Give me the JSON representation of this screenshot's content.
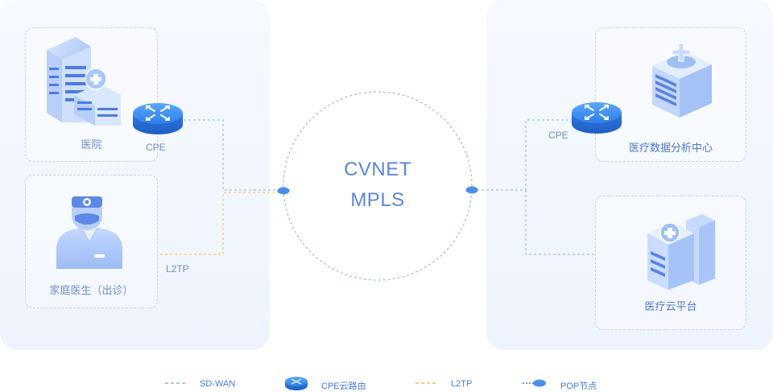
{
  "left": {
    "hospital_label": "医院",
    "doctor_label": "家庭医生（出诊）",
    "cpe_label": "CPE",
    "l2tp_label": "L2TP"
  },
  "center": {
    "line1": "CVNET",
    "line2": "MPLS"
  },
  "right": {
    "cpe_label": "CPE",
    "analysis_label": "医疗数据分析中心",
    "cloud_label": "医疗云平台"
  },
  "legend": {
    "sdwan": "SD-WAN",
    "cpe_router": "CPE云路由",
    "l2tp": "L2TP",
    "pop": "POP节点"
  },
  "colors": {
    "sdwan_line": "#8fb0e3",
    "l2tp_line": "#f2c14e",
    "accent": "#4a7bd8"
  }
}
